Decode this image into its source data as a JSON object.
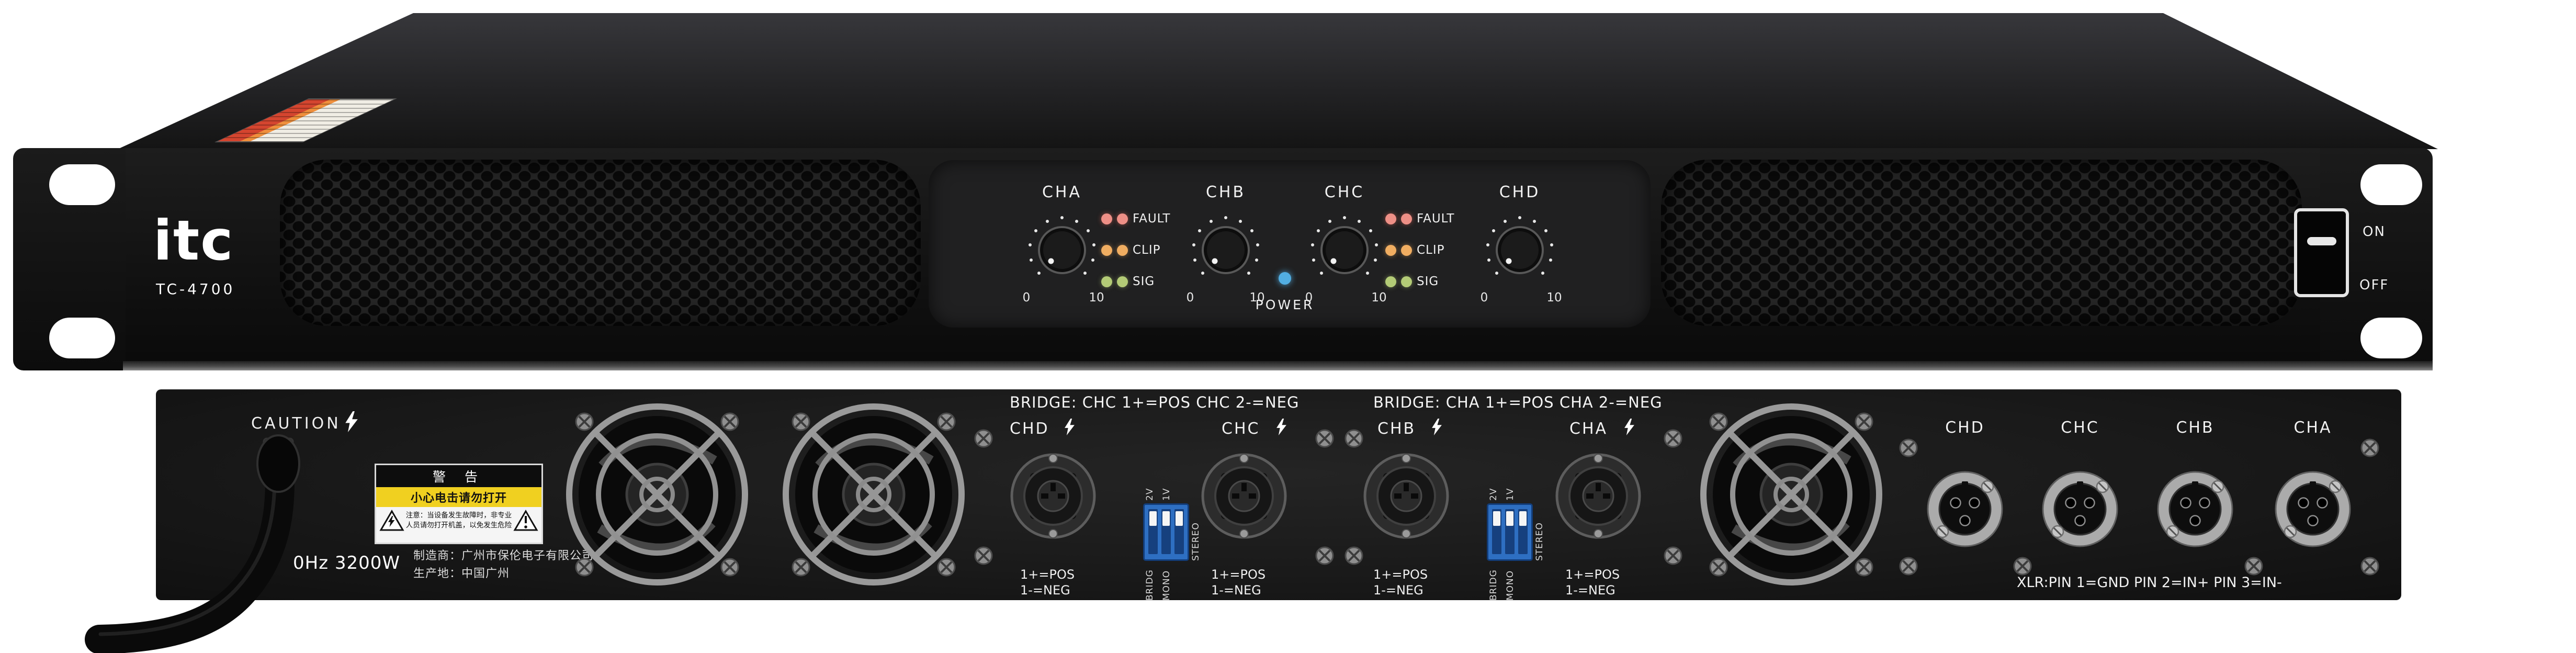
{
  "front": {
    "brand": "itc",
    "model": "TC-4700",
    "channels": [
      "CHA",
      "CHB",
      "CHC",
      "CHD"
    ],
    "led_labels": [
      "FAULT",
      "CLIP",
      "SIG"
    ],
    "scale_min": "0",
    "scale_max": "10",
    "power_label": "POWER",
    "switch_on": "ON",
    "switch_off": "OFF"
  },
  "rear": {
    "caution": "CAUTION",
    "rating": "0Hz 3200W",
    "manufacturer_line1": "制造商：广州市保伦电子有限公司",
    "manufacturer_line2": "生产地：中国广州",
    "warning": {
      "title": "警 告",
      "subtitle": "小心电击请勿打开",
      "note_line1": "注意：当设备发生故障时，非专业",
      "note_line2": "人员请勿打开机盖，以免发生危险"
    },
    "bridge_left": "BRIDGE: CHC 1+=POS CHC 2-=NEG",
    "bridge_right": "BRIDGE: CHA 1+=POS CHA 2-=NEG",
    "speakon_labels": [
      "CHD",
      "CHC",
      "CHB",
      "CHA"
    ],
    "speakon_pos": "1+=POS",
    "speakon_neg": "1-=NEG",
    "dip": {
      "top1": "2V",
      "top2": "1V",
      "side": "STEREO",
      "bottom1": "BRIDG",
      "bottom2": "MONO"
    },
    "xlr_labels": [
      "CHD",
      "CHC",
      "CHB",
      "CHA"
    ],
    "xlr_note": "XLR:PIN 1=GND PIN 2=IN+ PIN 3=IN-"
  },
  "colors": {
    "led_fault": "#ee8f86",
    "led_clip": "#f0ad61",
    "led_sig": "#b3cb76",
    "led_power": "#52aee2",
    "dip_blue": "#2e6fc2",
    "warning_yellow": "#f0d020"
  }
}
